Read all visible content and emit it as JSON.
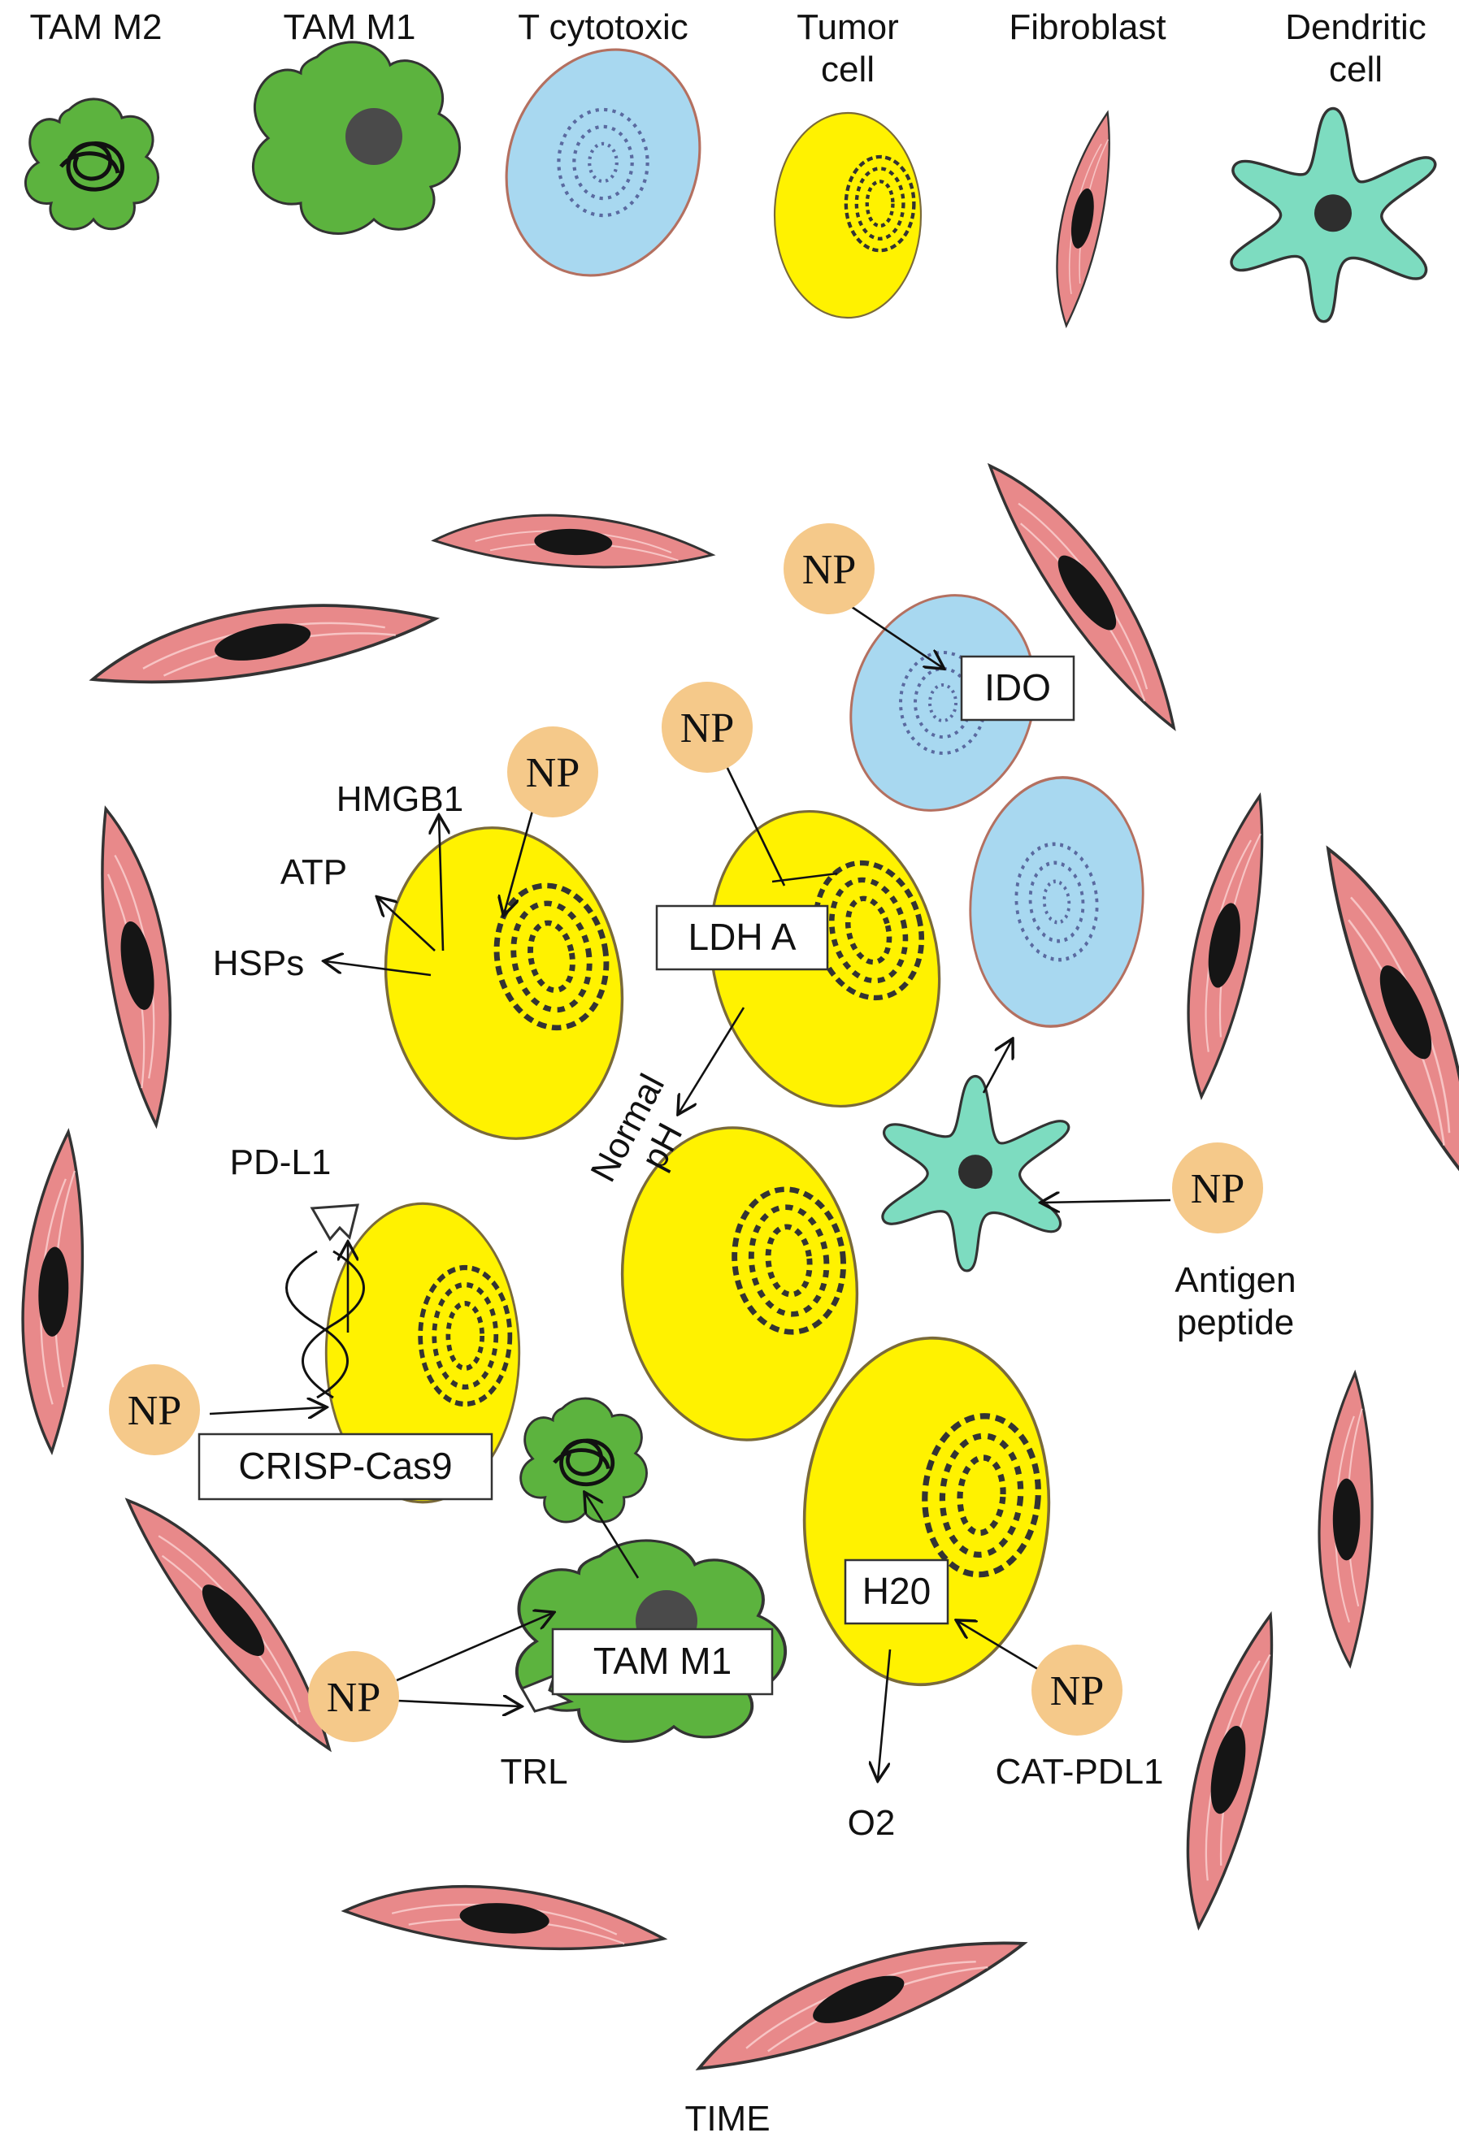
{
  "legend": {
    "tam_m2": "TAM M2",
    "tam_m1": "TAM M1",
    "t_cytotoxic": "T cytotoxic",
    "tumor_cell_1": "Tumor",
    "tumor_cell_2": "cell",
    "fibroblast": "Fibroblast",
    "dendritic_1": "Dendritic",
    "dendritic_2": "cell"
  },
  "nanoparticle_label": "NP",
  "labels": {
    "hmgb1": "HMGB1",
    "atp": "ATP",
    "hsps": "HSPs",
    "pd_l1": "PD-L1",
    "normal_ph_1": "Normal",
    "normal_ph_2": "pH",
    "antigen_1": "Antigen",
    "antigen_2": "peptide",
    "trl": "TRL",
    "o2": "O2",
    "cat_pdl1": "CAT-PDL1",
    "time": "TIME"
  },
  "boxes": {
    "ido": "IDO",
    "ldh_a": "LDH A",
    "crisp_cas9": "CRISP-Cas9",
    "tam_m1": "TAM M1",
    "h20": "H20"
  },
  "colors": {
    "tam": "#5cb33e",
    "t_cell": "#a8d8f0",
    "tumor": "#fff200",
    "fibroblast": "#e8898a",
    "dendritic": "#7ddcc0",
    "np": "#f5c98a",
    "nucleus": "#3a3a3a"
  }
}
